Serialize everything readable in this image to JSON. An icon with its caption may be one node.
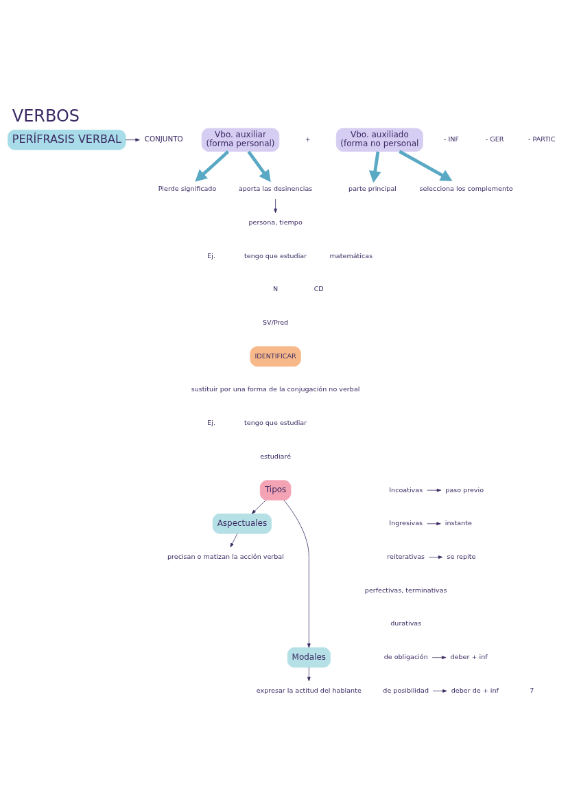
{
  "diagram": {
    "title": "VERBOS",
    "nodes": [
      {
        "text": [
          "PERÍFRASIS VERBAL"
        ]
      },
      {
        "text": [
          "CONJUNTO"
        ]
      },
      {
        "text": [
          "Vbo. auxiliar",
          "(forma personal)"
        ]
      },
      {
        "text": [
          "Vbo. auxiliado",
          "(forma no personal"
        ]
      },
      {
        "text": [
          "Pierde significado"
        ]
      },
      {
        "text": [
          "aporta las desinencias"
        ]
      },
      {
        "text": [
          "persona, tiempo"
        ]
      },
      {
        "text": [
          "parte principal"
        ]
      },
      {
        "text": [
          "selecciona los complemento"
        ]
      },
      {
        "text": [
          "Tipos"
        ]
      },
      {
        "text": [
          "Aspectuales"
        ]
      },
      {
        "text": [
          "precisan o matizan la acción verbal"
        ]
      },
      {
        "text": [
          "Modales"
        ]
      },
      {
        "text": [
          "expresar la actitud del hablante"
        ]
      },
      {
        "text": [
          "Incoativas"
        ]
      },
      {
        "text": [
          "paso previo"
        ]
      },
      {
        "text": [
          "Ingresivas"
        ]
      },
      {
        "text": [
          "instante"
        ]
      },
      {
        "text": [
          "reiterativas"
        ]
      },
      {
        "text": [
          "se repite"
        ]
      },
      {
        "text": [
          "de obligación"
        ]
      },
      {
        "text": [
          "deber + inf"
        ]
      },
      {
        "text": [
          "de posibilidad"
        ]
      },
      {
        "text": [
          "deber de + inf"
        ]
      }
    ],
    "edges": [
      {
        "from": 0,
        "to": 1,
        "arrow": "to"
      },
      {
        "from": 2,
        "to": 4,
        "arrow": "to",
        "style": "thick",
        "color": "#5aa9c4"
      },
      {
        "from": 2,
        "to": 5,
        "arrow": "to",
        "style": "thick",
        "color": "#5aa9c4"
      },
      {
        "from": 5,
        "to": 6,
        "arrow": "to"
      },
      {
        "from": 3,
        "to": 7,
        "arrow": "to",
        "style": "thick",
        "color": "#5aa9c4"
      },
      {
        "from": 3,
        "to": 8,
        "arrow": "to",
        "style": "thick",
        "color": "#5aa9c4"
      },
      {
        "from": 9,
        "to": 10,
        "arrow": "to"
      },
      {
        "from": 9,
        "to": 12,
        "arrow": "to"
      },
      {
        "from": 10,
        "to": 11,
        "arrow": "to"
      },
      {
        "from": 12,
        "to": 13,
        "arrow": "to"
      },
      {
        "from": 14,
        "to": 15,
        "arrow": "to"
      },
      {
        "from": 16,
        "to": 17,
        "arrow": "to"
      },
      {
        "from": 18,
        "to": 19,
        "arrow": "to"
      },
      {
        "from": 20,
        "to": 21,
        "arrow": "to"
      },
      {
        "from": 22,
        "to": 23,
        "arrow": "to"
      }
    ],
    "labels": [
      "+",
      "- INF",
      "- GER",
      "- PARTIC",
      "Ej.",
      "tengo que estudiar",
      "matemáticas",
      "N",
      "CD",
      "SV/Pred",
      "IDENTIFICAR",
      "sustituir por una forma de la conjugación no verbal",
      "Ej.",
      "tengo que estudiar",
      "estudiaré",
      "perfectivas, terminativas",
      "durativas",
      "7"
    ]
  }
}
